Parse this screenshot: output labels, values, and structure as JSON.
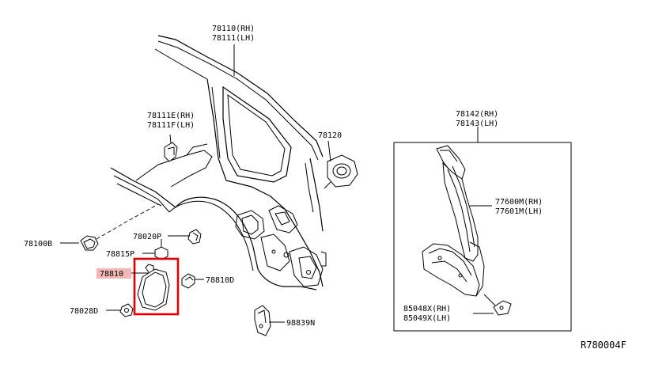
{
  "labels": {
    "p78110": "78110(RH)",
    "p78111": "78111(LH)",
    "p78111e": "78111E(RH)",
    "p78111f": "78111F(LH)",
    "p78120": "78120",
    "p78100b": "78100B",
    "p78020p": "78020P",
    "p78815p": "78815P",
    "p78810": "78810",
    "p78810d": "78810D",
    "p78028d": "78028D",
    "p98839n": "98839N",
    "p78142": "78142(RH)",
    "p78143": "78143(LH)",
    "p77600m": "77600M(RH)",
    "p77601m": "77601M(LH)",
    "p85048x": "85048X(RH)",
    "p85049x": "85049X(LH)",
    "diagram_code": "R780004F"
  },
  "colors": {
    "highlight_box": "#e00000",
    "label_highlight": "#f2b8b8",
    "line": "#000000"
  }
}
